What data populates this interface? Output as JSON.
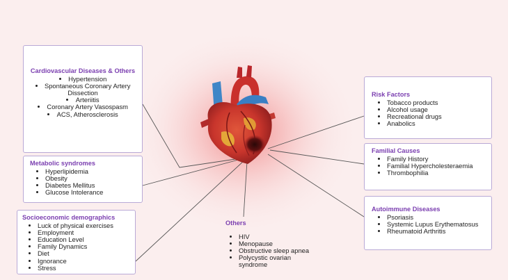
{
  "cardio": {
    "title": "Cardiovascular Diseases & Others",
    "items": [
      "Hypertension",
      "Spontaneous Coronary Artery Dissection",
      "Arteriitis",
      "Coronary Artery Vasospasm",
      "ACS, Atherosclerosis"
    ]
  },
  "metabolic": {
    "title": "Metabolic syndromes",
    "items": [
      "Hyperlipidemia",
      "Obesity",
      "Diabetes Mellitus",
      "Glucose Intolerance"
    ]
  },
  "socio": {
    "title": "Socioeconomic demographics",
    "items": [
      "Luck of physical exercises",
      "Employment",
      "Education Level",
      "Family Dynamics",
      "Diet",
      "Ignorance",
      "Stress"
    ]
  },
  "others": {
    "title": "Others",
    "items": [
      "HIV",
      "Menopause",
      "Obstructive sleep apnea",
      "Polycystic ovarian syndrome"
    ]
  },
  "risk": {
    "title": "Risk Factors",
    "items": [
      "Tobacco products",
      "Alcohol usage",
      "Recreational drugs",
      "Anabolics"
    ]
  },
  "familial": {
    "title": "Familial Causes",
    "items": [
      "Family History",
      "Familial Hypercholesteraemia",
      "Thrombophilia"
    ]
  },
  "autoimmune": {
    "title": "Autoimmune Diseases",
    "items": [
      "Psoriasis",
      "Systemic Lupus Erythematosus",
      "Rheumatoid Arthritis"
    ]
  }
}
